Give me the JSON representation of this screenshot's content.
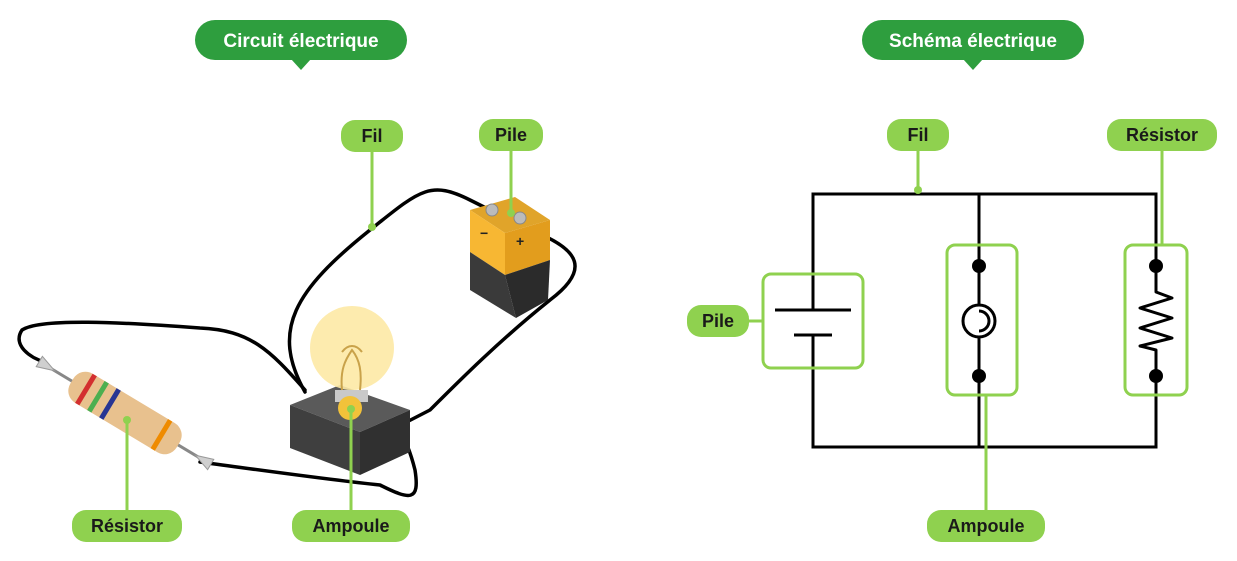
{
  "left_panel": {
    "title": "Circuit électrique",
    "labels": {
      "wire": "Fil",
      "battery": "Pile",
      "resistor": "Résistor",
      "bulb": "Ampoule"
    },
    "battery_signs": {
      "minus": "−",
      "plus": "+"
    }
  },
  "right_panel": {
    "title": "Schéma électrique",
    "labels": {
      "wire": "Fil",
      "resistor": "Résistor",
      "battery": "Pile",
      "bulb": "Ampoule"
    }
  },
  "colors": {
    "title_bubble": "#2e9e3e",
    "label_bubble": "#8fd14f",
    "wire": "#000000",
    "battery_top": "#f7b733",
    "battery_body": "#3a3a3a",
    "bulb_glow": "#fde9a5",
    "resistor_body": "#e8c18e"
  }
}
